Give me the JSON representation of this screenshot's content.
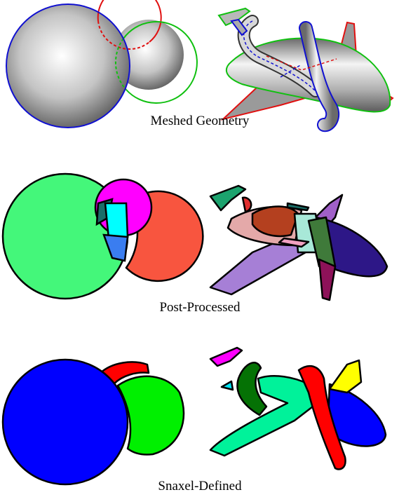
{
  "captions": {
    "meshed": "Meshed Geometry",
    "post": "Post-Processed",
    "snaxel": "Snaxel-Defined"
  },
  "colors": {
    "outline_blue": "#1010d0",
    "outline_red": "#e01010",
    "outline_green": "#10c010",
    "shade_gray": "#8c8c8c",
    "post_green": "#44f77a",
    "post_yellow": "#ffff00",
    "post_magenta": "#ff00ff",
    "post_cyan": "#00ffff",
    "post_teal": "#1a6f68",
    "post_blue": "#3a7df0",
    "post_salmon": "#f8553f",
    "post_lavender": "#a67fd6",
    "post_navy": "#2d1787",
    "post_maroon": "#8d1259",
    "post_olive": "#3f7a3a",
    "post_brown": "#b4401f",
    "snax_blue": "#0000ff",
    "snax_green": "#00f000",
    "snax_red": "#ff0000",
    "snax_mint": "#00f29a",
    "snax_darkgreen": "#057205",
    "snax_yellow": "#ffff00",
    "snax_magenta": "#ff00ff",
    "snax_cyan": "#00e5f5"
  }
}
